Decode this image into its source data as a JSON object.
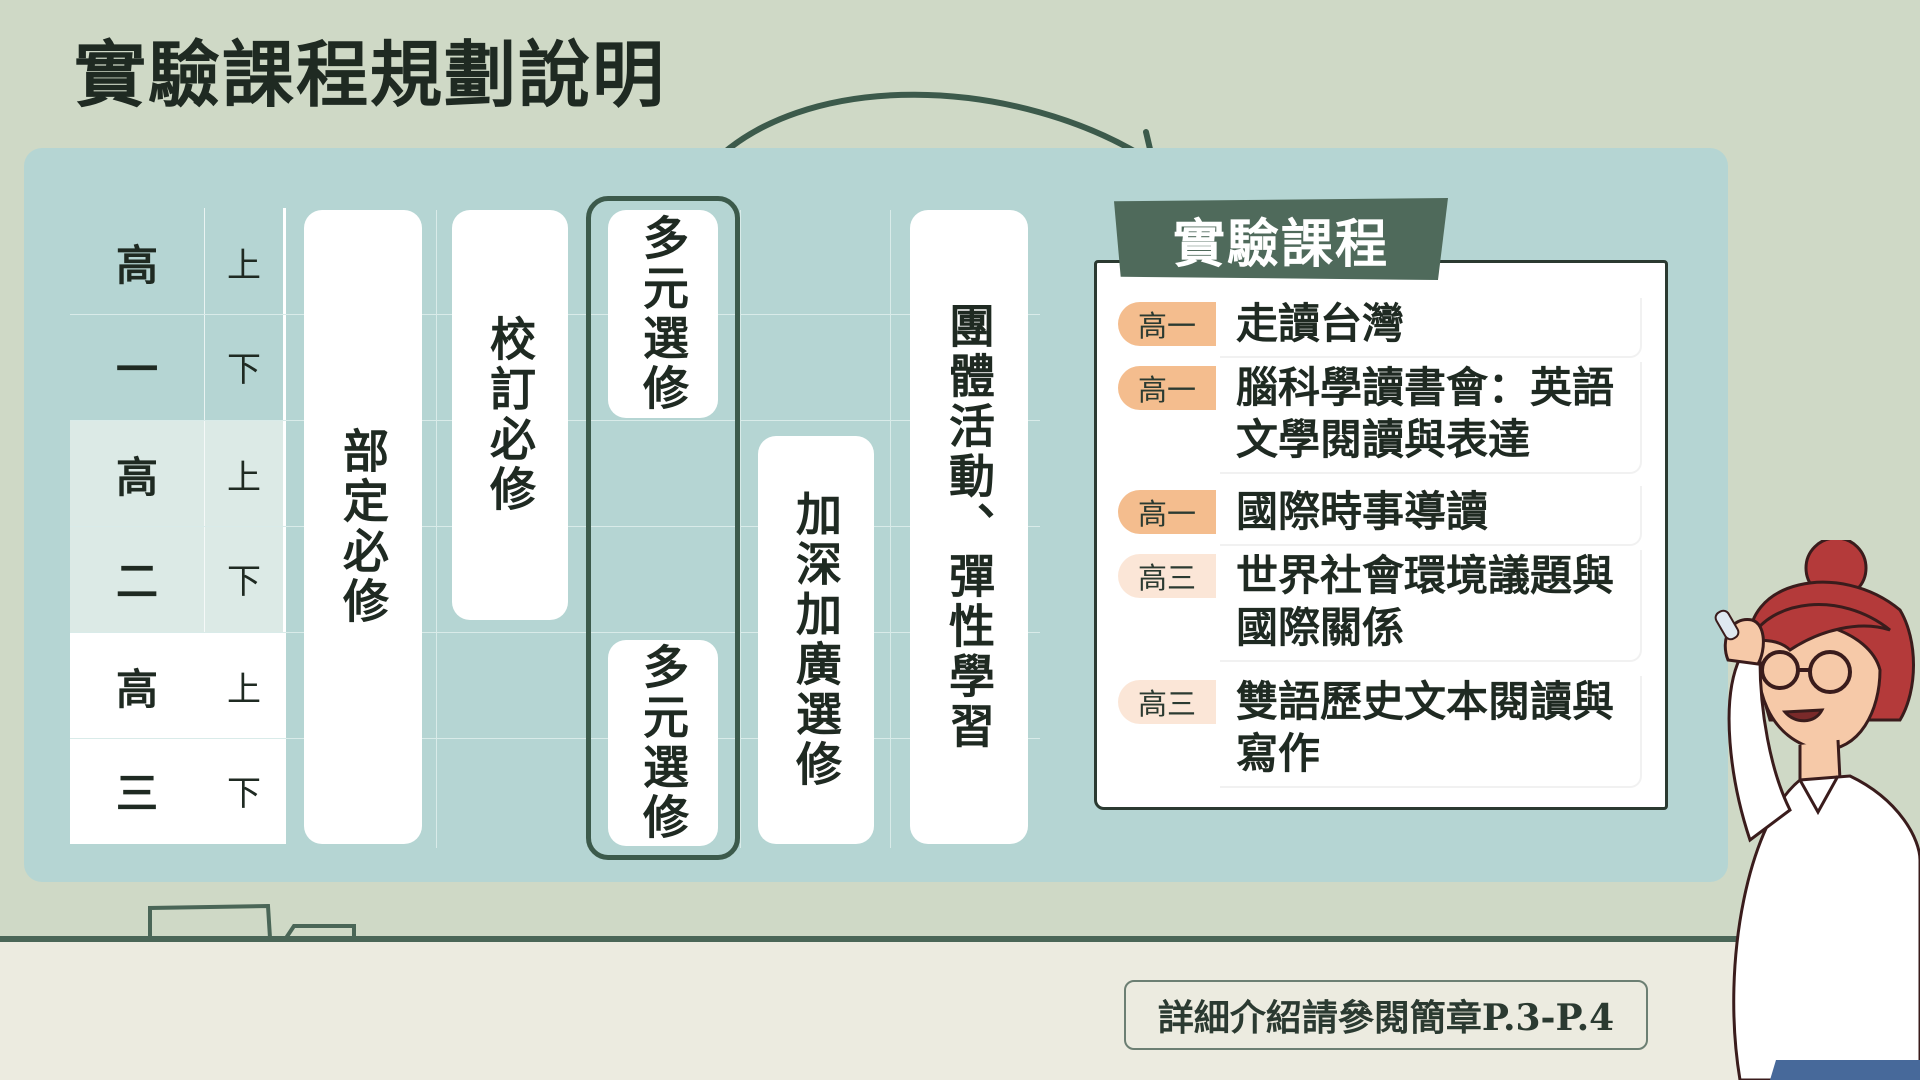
{
  "title": "實驗課程規劃說明",
  "grades": [
    {
      "grade": "高",
      "num": "一",
      "upper": "上",
      "lower": "下",
      "color": "#b5d5d3"
    },
    {
      "grade": "高",
      "num": "二",
      "upper": "上",
      "lower": "下",
      "color": "#dceae6"
    },
    {
      "grade": "高",
      "num": "三",
      "upper": "上",
      "lower": "下",
      "color": "#ffffff"
    }
  ],
  "columns": {
    "required_national": "部定必修",
    "required_school": "校訂必修",
    "elective_multi_top": "多元選修",
    "elective_multi_bottom": "多元選修",
    "elective_advanced": "加深加廣選修",
    "group_activity": "團體活動、彈性學習"
  },
  "experiment": {
    "banner": "實驗課程",
    "courses": [
      {
        "tag": "高一",
        "title": "走讀台灣",
        "tag_style": "orange"
      },
      {
        "tag": "高一",
        "title": "腦科學讀書會：英語文學閱讀與表達",
        "tag_style": "orange"
      },
      {
        "tag": "高一",
        "title": "國際時事導讀",
        "tag_style": "orange"
      },
      {
        "tag": "高三",
        "title": "世界社會環境議題與國際關係",
        "tag_style": "pale"
      },
      {
        "tag": "高三",
        "title": "雙語歷史文本閱讀與寫作",
        "tag_style": "pale"
      }
    ]
  },
  "footer": "詳細介紹請參閱簡章P.3-P.4",
  "colors": {
    "background": "#cfd9c6",
    "board": "#b5d5d3",
    "accent_dark": "#4f6a5b",
    "tag_orange": "#f4bd8e",
    "tag_pale": "#fbe6d7"
  }
}
